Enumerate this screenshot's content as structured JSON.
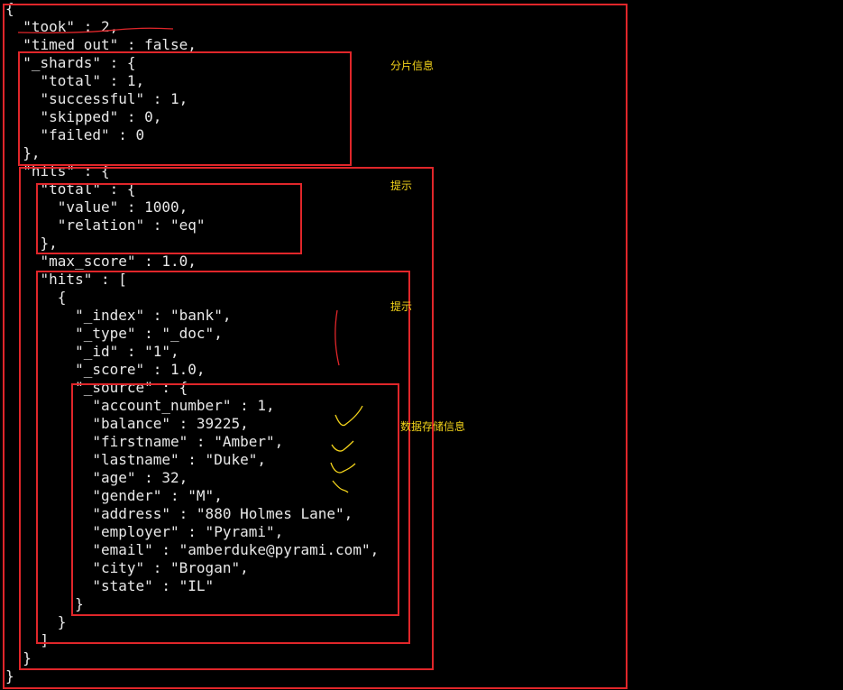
{
  "json_output": {
    "lines": [
      "{",
      "  \"took\" : 2,",
      "  \"timed_out\" : false,",
      "  \"_shards\" : {",
      "    \"total\" : 1,",
      "    \"successful\" : 1,",
      "    \"skipped\" : 0,",
      "    \"failed\" : 0",
      "  },",
      "  \"hits\" : {",
      "    \"total\" : {",
      "      \"value\" : 1000,",
      "      \"relation\" : \"eq\"",
      "    },",
      "    \"max_score\" : 1.0,",
      "    \"hits\" : [",
      "      {",
      "        \"_index\" : \"bank\",",
      "        \"_type\" : \"_doc\",",
      "        \"_id\" : \"1\",",
      "        \"_score\" : 1.0,",
      "        \"_source\" : {",
      "          \"account_number\" : 1,",
      "          \"balance\" : 39225,",
      "          \"firstname\" : \"Amber\",",
      "          \"lastname\" : \"Duke\",",
      "          \"age\" : 32,",
      "          \"gender\" : \"M\",",
      "          \"address\" : \"880 Holmes Lane\",",
      "          \"employer\" : \"Pyrami\",",
      "          \"email\" : \"amberduke@pyrami.com\",",
      "          \"city\" : \"Brogan\",",
      "          \"state\" : \"IL\"",
      "        }",
      "      }",
      "    ]",
      "  }",
      "}"
    ]
  },
  "annotations": {
    "shards_note": "分片信息",
    "hits_note": "提示",
    "inner_hits_note": "提示",
    "source_note": "数据存储信息"
  },
  "colors": {
    "background": "#000000",
    "text": "#e8e8e8",
    "box": "#e0262a",
    "note": "#f2d21a"
  }
}
